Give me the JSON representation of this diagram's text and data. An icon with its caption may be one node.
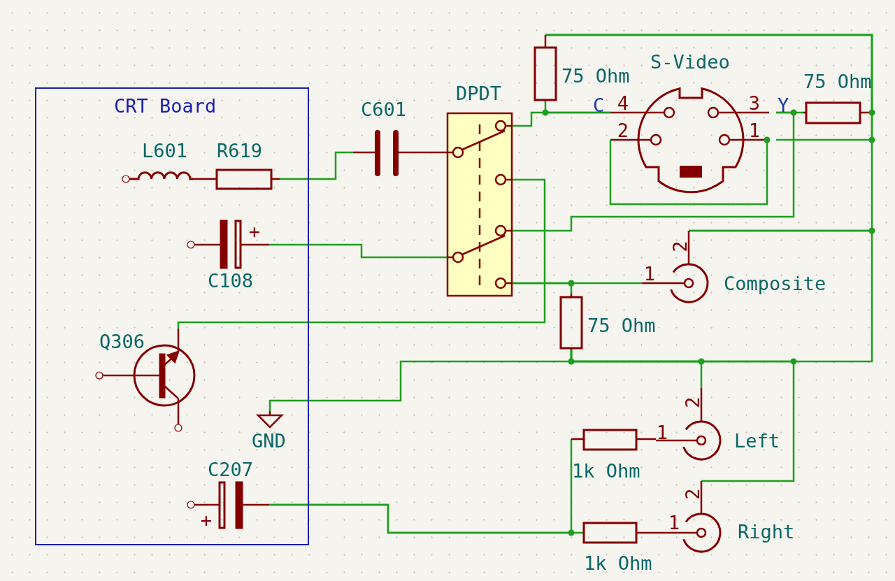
{
  "diagram": {
    "nodes": [
      {
        "text": [
          "CRT Board"
        ]
      },
      {
        "text": [
          "L601"
        ],
        "in": 0
      },
      {
        "text": [
          "R619"
        ],
        "in": 0
      },
      {
        "text": [
          "+",
          "C108"
        ],
        "in": 0
      },
      {
        "text": [
          "Q306"
        ],
        "in": 0
      },
      {
        "text": [
          "C207",
          "+"
        ],
        "in": 0
      },
      {
        "text": [
          "C601"
        ]
      },
      {
        "text": [
          "DPDT"
        ]
      },
      {
        "text": [
          "75 Ohm"
        ]
      },
      {
        "text": [
          "S-Video",
          "4",
          "3",
          "2",
          "1"
        ]
      },
      {
        "text": [
          "75 Ohm"
        ]
      },
      {
        "text": [
          "2",
          "1",
          "Composite"
        ]
      },
      {
        "text": [
          "75 Ohm"
        ]
      },
      {
        "text": [
          "GND"
        ],
        "in": 0
      },
      {
        "text": [
          "1k Ohm"
        ]
      },
      {
        "text": [
          "2",
          "1",
          "Left"
        ]
      },
      {
        "text": [
          "1k Ohm"
        ]
      },
      {
        "text": [
          "2",
          "1",
          "Right"
        ]
      }
    ],
    "edges": [
      {
        "from": 1,
        "to": 2,
        "arrow": "none",
        "color": "#840000"
      },
      {
        "from": 2,
        "to": 6,
        "arrow": "none"
      },
      {
        "from": 6,
        "to": 7,
        "arrow": "none",
        "color": "#840000"
      },
      {
        "from": 3,
        "to": 7,
        "arrow": "none"
      },
      {
        "from": 7,
        "to": 9,
        "arrow": "none"
      },
      {
        "from": 8,
        "to": 9,
        "arrow": "none"
      },
      {
        "from": 8,
        "to": 10,
        "arrow": "none"
      },
      {
        "from": 8,
        "to": 9,
        "arrow": "none"
      },
      {
        "from": 8,
        "to": 11,
        "arrow": "none"
      },
      {
        "from": 11,
        "to": 12,
        "arrow": "none"
      },
      {
        "from": 12,
        "to": 13,
        "arrow": "none"
      },
      {
        "from": 12,
        "to": 15,
        "arrow": "none"
      },
      {
        "from": 12,
        "to": 17,
        "arrow": "none"
      },
      {
        "from": 9,
        "to": 10,
        "arrow": "none"
      },
      {
        "from": 7,
        "to": 9,
        "arrow": "none"
      },
      {
        "from": 7,
        "to": 4,
        "arrow": "none"
      },
      {
        "from": 7,
        "to": 11,
        "arrow": "none"
      },
      {
        "from": 7,
        "to": 12,
        "arrow": "none"
      },
      {
        "from": 5,
        "to": 16,
        "arrow": "none"
      },
      {
        "from": 5,
        "to": 14,
        "arrow": "none"
      },
      {
        "from": 14,
        "to": 15,
        "arrow": "none",
        "color": "#840000"
      },
      {
        "from": 16,
        "to": 17,
        "arrow": "none",
        "color": "#840000"
      }
    ],
    "labels": [
      "C",
      "Y"
    ]
  }
}
